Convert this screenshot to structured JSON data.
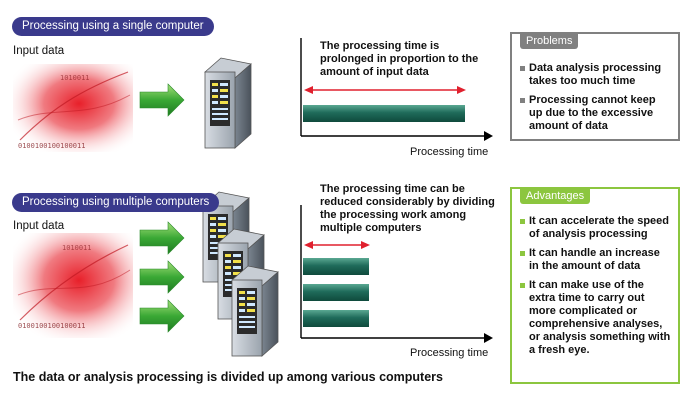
{
  "top": {
    "badge": "Processing using a single computer",
    "input_label": "Input data",
    "description": "The processing time is prolonged in proportion to the amount of input data",
    "axis_label": "Processing time"
  },
  "bottom": {
    "badge": "Processing using multiple computers",
    "input_label": "Input data",
    "description": "The processing time can be reduced considerably by dividing the processing work among multiple computers",
    "axis_label": "Processing time"
  },
  "problems": {
    "title": "Problems",
    "items": [
      "Data analysis processing takes too much time",
      "Processing cannot keep up due to the excessive amount of data"
    ]
  },
  "advantages": {
    "title": "Advantages",
    "items": [
      "It can accelerate the speed of analysis processing",
      "It can handle an increase in the amount of data",
      "It can make use of the extra time to carry out more complicated or comprehensive analyses, or analysis something with a fresh eye."
    ]
  },
  "footer": "The data or analysis processing is divided up among various computers",
  "colors": {
    "badge": "#3a3a8c",
    "bar": "#1f6b5a",
    "arrow": "#e0202e",
    "problems": "#808080",
    "advantages": "#8cc63f",
    "green_arrow": "#3aa835"
  }
}
